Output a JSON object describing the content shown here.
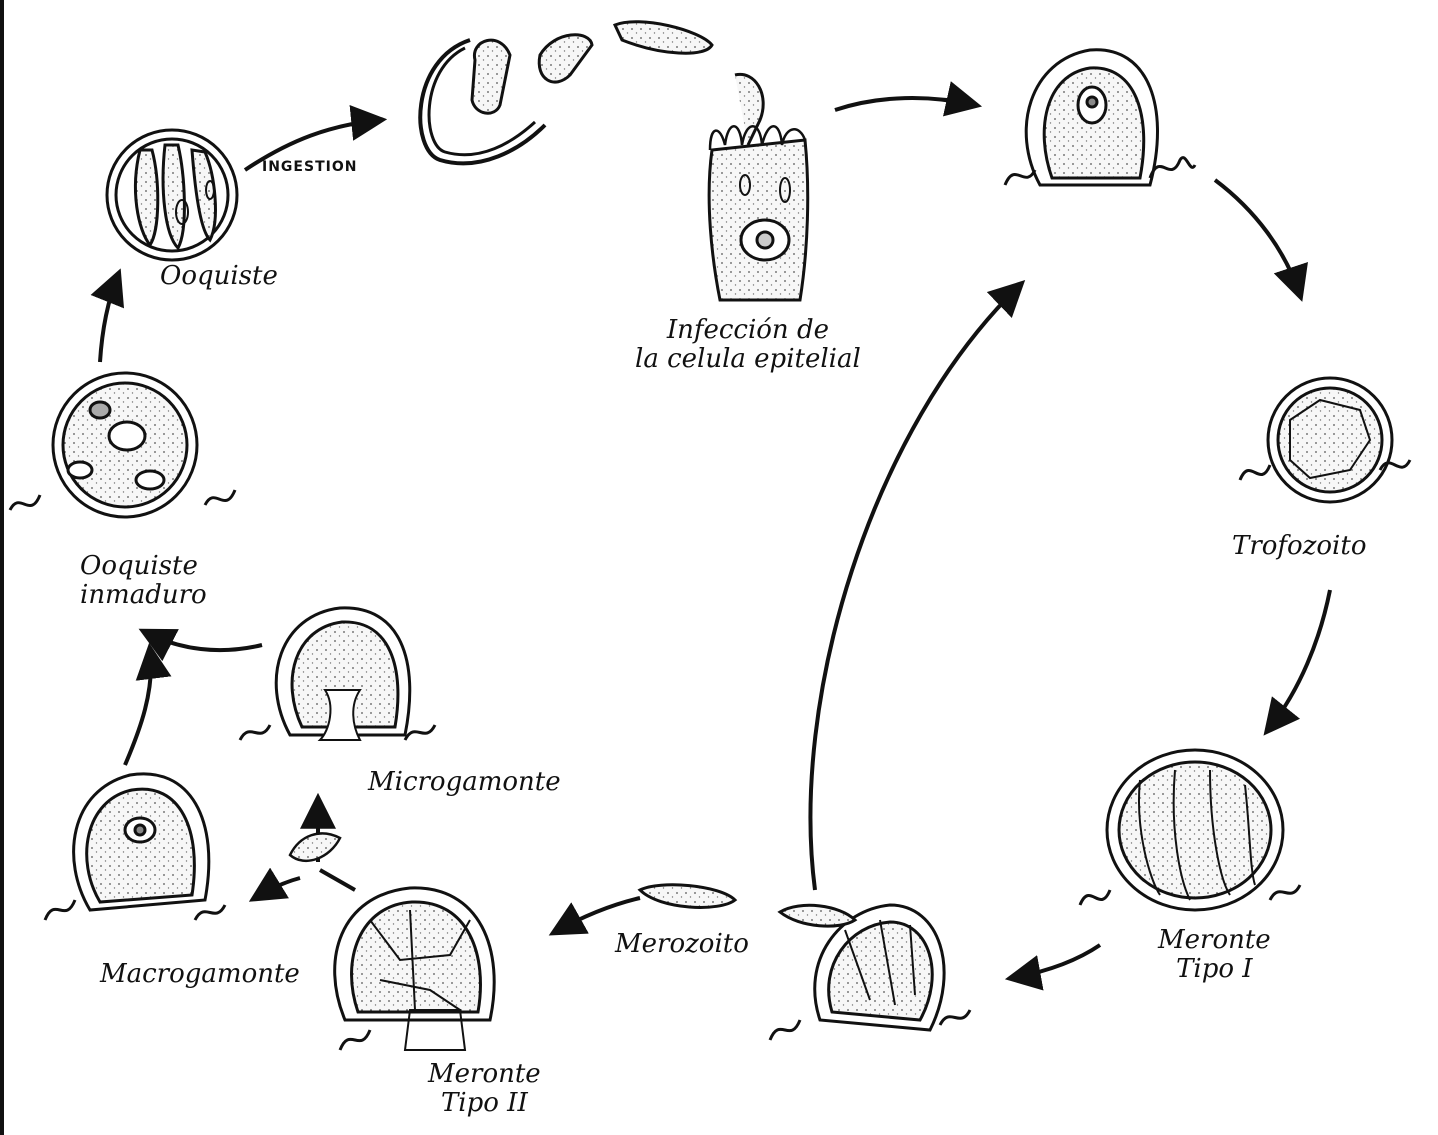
{
  "labels": {
    "ingestion": "INGESTION",
    "ooquiste": "Ooquiste",
    "ooquiste_inmaduro": [
      "Ooquiste",
      "inmaduro"
    ],
    "infeccion": [
      "Infección de",
      "la celula epitelial"
    ],
    "trofozoito": "Trofozoito",
    "meronte_tipo1": [
      "Meronte",
      "Tipo I"
    ],
    "merozoito": "Merozoito",
    "meronte_tipo2": [
      "Meronte",
      "Tipo II"
    ],
    "macrogamonte": "Macrogamonte",
    "microgamonte": "Microgamonte"
  },
  "colors": {
    "ink": "#111111",
    "cytoplasm": "#f4f4f4",
    "nucleus": "#cfcfcf"
  }
}
